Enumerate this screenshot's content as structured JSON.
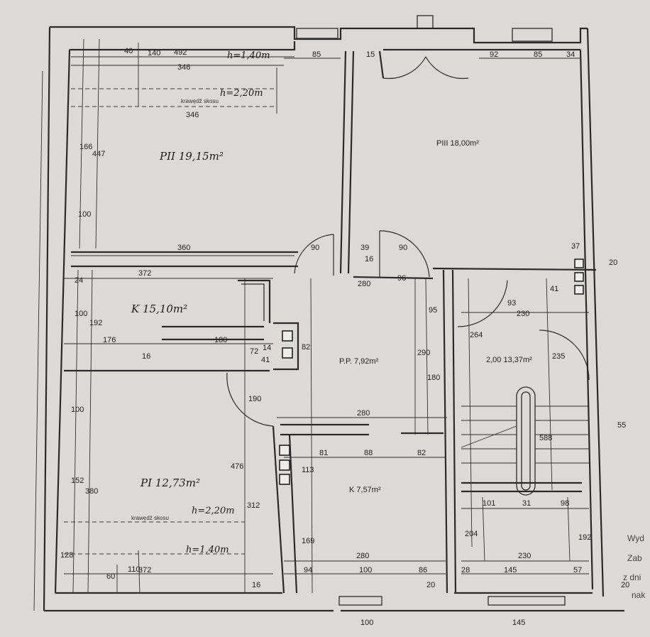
{
  "rooms": [
    {
      "label": "PII 19,15m²"
    },
    {
      "label": "PIII 18,00m²"
    },
    {
      "label": "K 15,10m²"
    },
    {
      "label": "P.P. 7,92m²"
    },
    {
      "label": "2,00 13,37m²"
    },
    {
      "label": "PI 12,73m²"
    },
    {
      "label": "K 7,57m²"
    }
  ],
  "notes": [
    {
      "text": "h=1,40m"
    },
    {
      "text": "h=2,20m"
    },
    {
      "text": "krawędź skosu"
    },
    {
      "text": "krawędź skosu"
    },
    {
      "text": "h=2,20m"
    },
    {
      "text": "h=1,40m"
    }
  ],
  "dimensions": [
    "492",
    "346",
    "85",
    "15",
    "92",
    "85",
    "34",
    "346",
    "360",
    "372",
    "90",
    "39",
    "16",
    "90",
    "280",
    "96",
    "37",
    "20",
    "176",
    "180",
    "16",
    "72",
    "82",
    "14",
    "41",
    "290",
    "180",
    "95",
    "93",
    "230",
    "41",
    "235",
    "264",
    "100",
    "24",
    "128",
    "280",
    "81",
    "88",
    "82",
    "113",
    "169",
    "312",
    "476",
    "190",
    "152",
    "380",
    "100",
    "60",
    "110",
    "372",
    "94",
    "100",
    "86",
    "20",
    "16",
    "28",
    "145",
    "57",
    "230",
    "204",
    "101",
    "31",
    "98",
    "192",
    "588",
    "280",
    "100",
    "145",
    "40",
    "140",
    "166",
    "447",
    "100",
    "192"
  ],
  "edge_text": [
    "Wyd",
    "Zab",
    "z dni",
    "nak",
    "55",
    "20"
  ]
}
